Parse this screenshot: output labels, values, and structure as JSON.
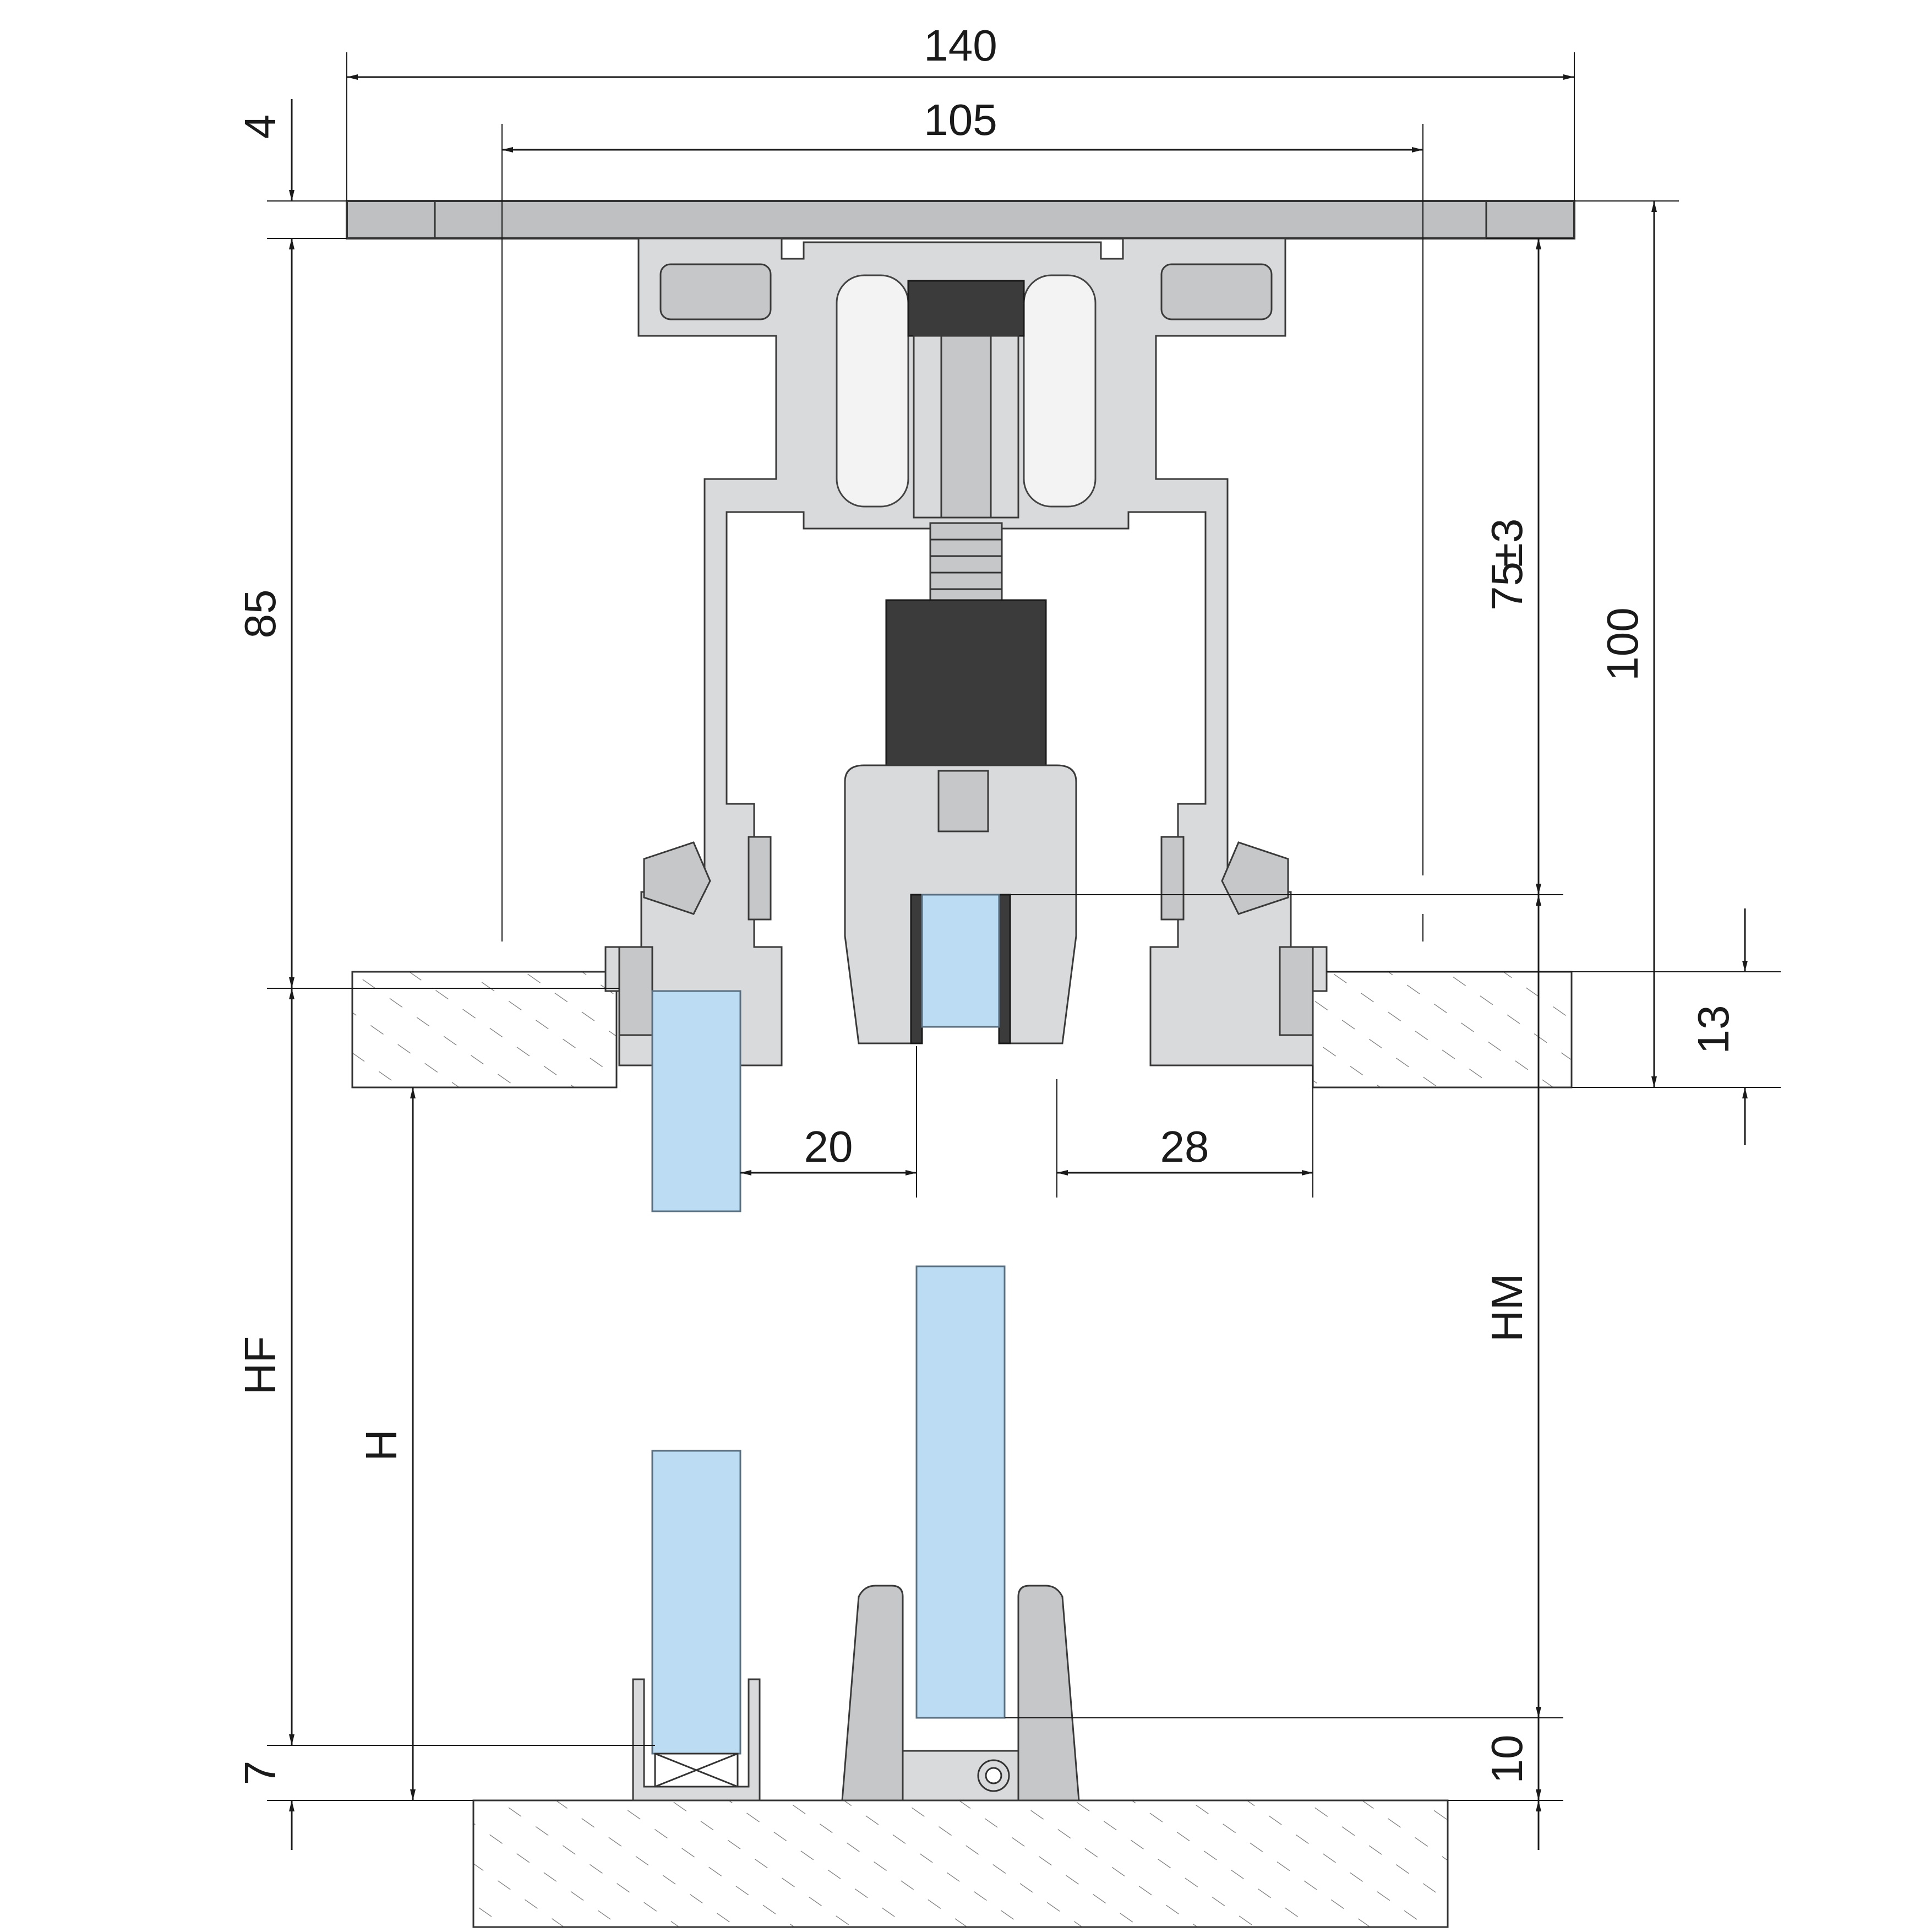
{
  "drawing": {
    "title": "Sliding door track section",
    "colors": {
      "line": "#1a1a1a",
      "aluminium": "#d9dadb",
      "glass": "#bcdcf4",
      "dark_part": "#3b3b3b"
    }
  },
  "dimensions": {
    "width_total": "140",
    "width_inner": "105",
    "plate_thickness": "4",
    "track_height": "85",
    "adjust_base": "75",
    "adjust_tol": "±3",
    "total_height": "100",
    "ceiling_thickness": "13",
    "gap_left": "20",
    "gap_right": "28",
    "door_height_mobile": "HM",
    "door_height_fixed": "HF",
    "clear_height": "H",
    "floor_guide_left": "7",
    "floor_guide_right": "10"
  }
}
